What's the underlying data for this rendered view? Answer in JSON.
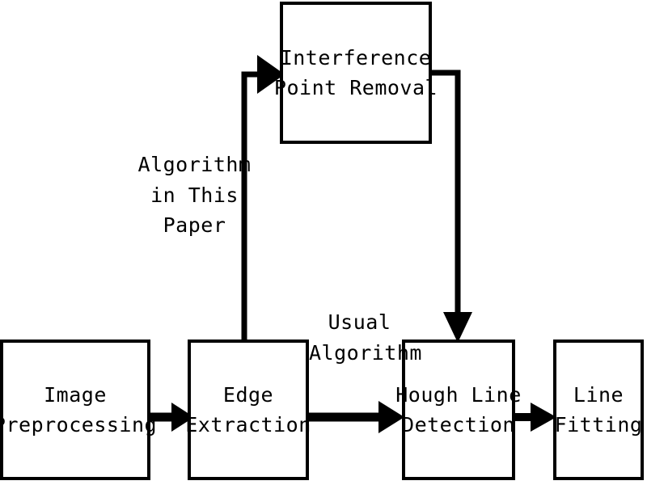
{
  "diagram": {
    "title": "Line detection algorithm flowchart",
    "type": "flowchart",
    "colors": {
      "stroke": "#000000",
      "fill": "#ffffff",
      "text": "#000000"
    },
    "nodes": [
      {
        "id": "preprocessing",
        "line1": "Image",
        "line2": "Preprocessing"
      },
      {
        "id": "edge",
        "line1": "Edge",
        "line2": "Extraction"
      },
      {
        "id": "hough",
        "line1": "Hough Line",
        "line2": "Detection"
      },
      {
        "id": "fitting",
        "line1": "Line",
        "line2": "Fitting"
      },
      {
        "id": "interference",
        "line1": "Interference",
        "line2": "Point Removal"
      }
    ],
    "edge_labels": [
      {
        "id": "paper",
        "line1": "Algorithm",
        "line2": "in This",
        "line3": "Paper"
      },
      {
        "id": "usual",
        "line1": "Usual",
        "line2": "Algorithm"
      }
    ],
    "edges": [
      {
        "from": "preprocessing",
        "to": "edge",
        "label": ""
      },
      {
        "from": "edge",
        "to": "hough",
        "label": "Usual Algorithm"
      },
      {
        "from": "edge",
        "to": "interference",
        "label": "Algorithm in This Paper"
      },
      {
        "from": "interference",
        "to": "hough",
        "label": ""
      },
      {
        "from": "hough",
        "to": "fitting",
        "label": ""
      }
    ]
  }
}
